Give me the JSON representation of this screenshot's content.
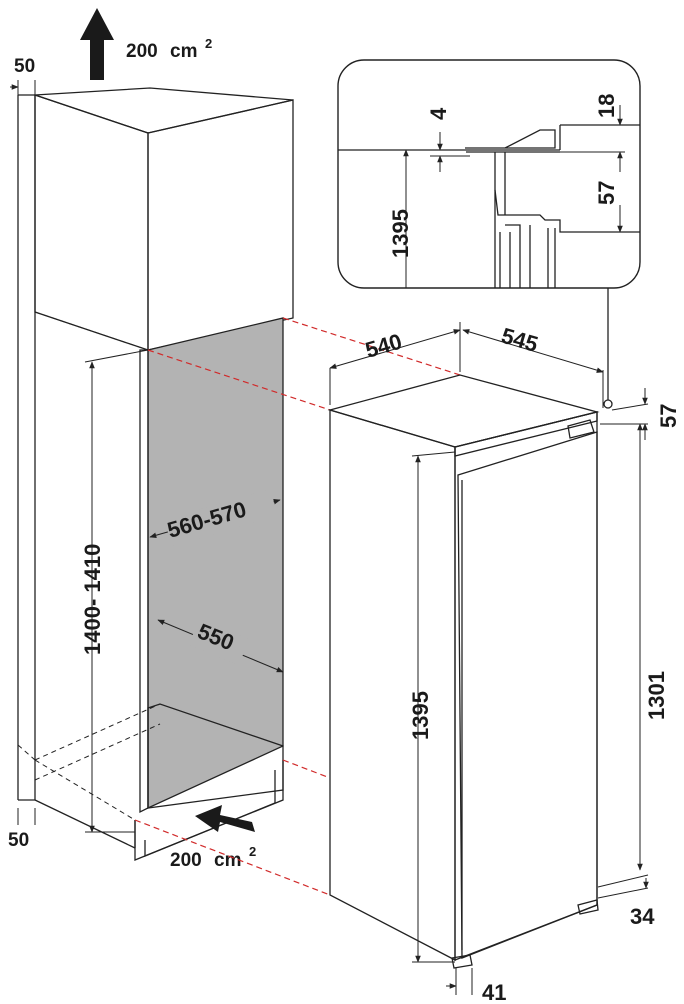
{
  "labels": {
    "vent_top_area": "200",
    "vent_top_unit": "cm",
    "vent_bottom_area": "200",
    "vent_bottom_unit": "cm",
    "area_superscript": "2",
    "gap_top": "50",
    "gap_bottom": "50",
    "niche_height": "1400- 1410",
    "niche_width": "560-570",
    "niche_depth": "550",
    "appliance_width": "540",
    "appliance_depth": "545",
    "appliance_height_left": "1395",
    "appliance_height_right": "1301",
    "top_clearance": "57",
    "base_right": "34",
    "base_front": "41",
    "detail_18": "18",
    "detail_4": "4",
    "detail_1395": "1395",
    "detail_57": "57"
  },
  "colors": {
    "niche_fill": "#b3b3b3",
    "red_guides": "#d12a2a",
    "line": "#222222"
  }
}
